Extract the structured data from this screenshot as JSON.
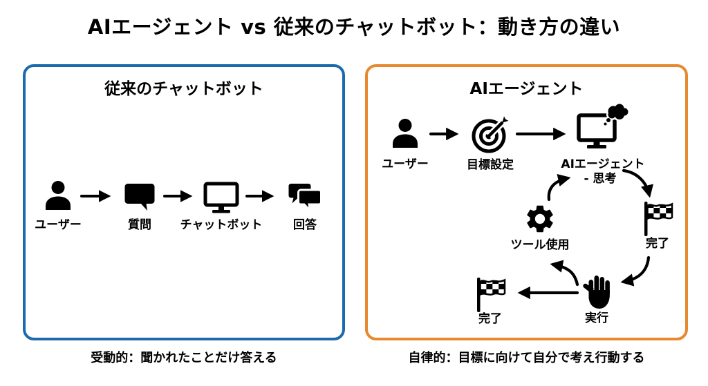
{
  "page": {
    "title": "AIエージェント vs 従来のチャットボット：動き方の違い",
    "background_color": "#ffffff",
    "text_color": "#000000"
  },
  "chatbot_panel": {
    "title": "従来のチャットボット",
    "border_color": "#1a6aad",
    "caption": "受動的：聞かれたことだけ答える",
    "flow": [
      {
        "icon": "user-icon",
        "label": "ユーザー"
      },
      {
        "icon": "speech-bubble-icon",
        "label": "質問"
      },
      {
        "icon": "monitor-icon",
        "label": "チャットボット"
      },
      {
        "icon": "chat-bubbles-icon",
        "label": "回答"
      }
    ]
  },
  "agent_panel": {
    "title": "AIエージェント",
    "border_color": "#e6892f",
    "caption": "自律的：目標に向けて自分で考え行動する",
    "nodes": {
      "user": {
        "icon": "user-icon",
        "label": "ユーザー"
      },
      "goal": {
        "icon": "target-icon",
        "label": "目標設定"
      },
      "agent": {
        "icon": "monitor-thought-cloud-icon",
        "label_line1": "AIエージェント",
        "label_line2": "- 思考"
      },
      "done_right": {
        "icon": "checkered-flag-icon",
        "label": "完了"
      },
      "execute": {
        "icon": "hand-icon",
        "label": "実行"
      },
      "done_left": {
        "icon": "checkered-flag-icon",
        "label": "完了"
      },
      "tools": {
        "icon": "gear-icon",
        "label": "ツール使用"
      }
    }
  }
}
